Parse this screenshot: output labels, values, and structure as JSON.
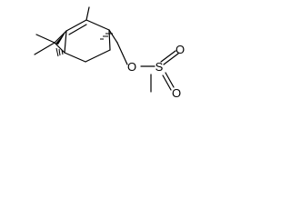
{
  "molecule": {
    "atoms": {
      "oxygen_ester": "O",
      "sulfur": "S",
      "oxygen_top": "O",
      "oxygen_bottom": "O"
    }
  }
}
